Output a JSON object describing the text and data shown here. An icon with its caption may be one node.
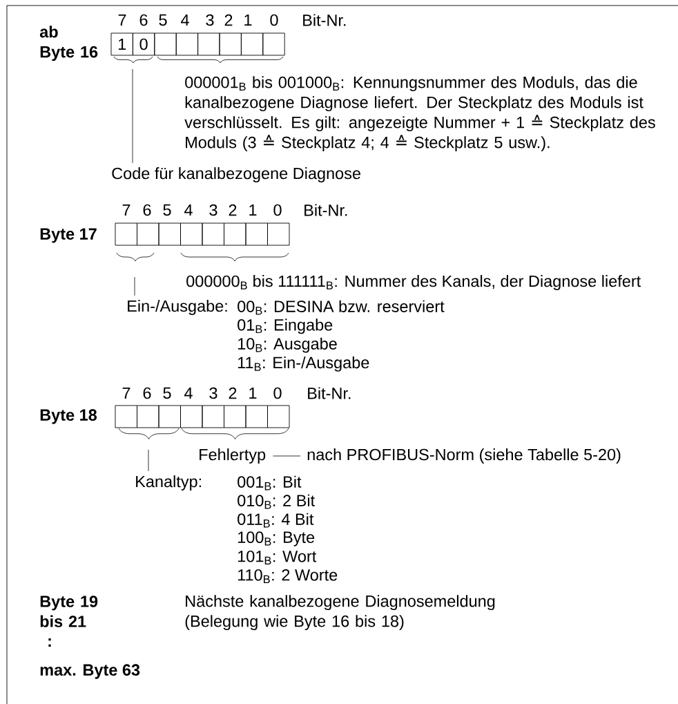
{
  "diagram": {
    "nodes": [
      {
        "text": [
          "1"
        ]
      },
      {
        "text": [
          "0"
        ]
      },
      {
        "text": [],
        "shape": "box"
      },
      {
        "text": [],
        "shape": "box"
      },
      {
        "text": [],
        "shape": "box"
      },
      {
        "text": [],
        "shape": "box"
      },
      {
        "text": [],
        "shape": "box"
      },
      {
        "text": [],
        "shape": "box"
      },
      {
        "text": [],
        "shape": "box"
      },
      {
        "text": [],
        "shape": "box"
      },
      {
        "text": [],
        "shape": "box"
      },
      {
        "text": [],
        "shape": "box"
      },
      {
        "text": [],
        "shape": "box"
      },
      {
        "text": [],
        "shape": "box"
      },
      {
        "text": [],
        "shape": "box"
      },
      {
        "text": [],
        "shape": "box"
      },
      {
        "text": [],
        "shape": "box"
      },
      {
        "text": [],
        "shape": "box"
      },
      {
        "text": [],
        "shape": "box"
      },
      {
        "text": [],
        "shape": "box"
      },
      {
        "text": [],
        "shape": "box"
      },
      {
        "text": [],
        "shape": "box"
      },
      {
        "text": [],
        "shape": "box"
      },
      {
        "text": [],
        "shape": "box"
      },
      {
        "text": [
          "Code für kanalbezogene Diagnose"
        ]
      },
      {
        "text": [
          "Ein-/Ausgabe:"
        ]
      },
      {
        "text": [
          "Kanaltyp:"
        ]
      },
      {
        "text": [
          "Fehlertyp"
        ]
      },
      {
        "text": [
          "nach PROFIBUS-Norm (siehe Tabelle 5-20)"
        ]
      }
    ],
    "edges": [
      {
        "from": 24,
        "to": null,
        "arrow": "none"
      },
      {
        "from": 25,
        "to": null,
        "arrow": "none"
      },
      {
        "from": 26,
        "to": null,
        "arrow": "none"
      },
      {
        "from": 27,
        "to": 28,
        "arrow": "none"
      }
    ],
    "labels": [
      "7",
      "6",
      "5",
      "4",
      "3",
      "2",
      "1",
      "0",
      "Bit-Nr.",
      "ab Byte 16",
      "000001$_{B}$ bis 001000$_{B}$: Kennungsnummer des Moduls, das die kanalbezogene Diagnose liefert. Der Steckplatz des Moduls ist verschlüsselt. Es gilt: angezeigte Nummer + 1 ≙ Steckplatz des Moduls (3 ≙ Steckplatz 4; 4 ≙ Steckplatz 5 usw.).",
      "7",
      "6",
      "5",
      "4",
      "3",
      "2",
      "1",
      "0",
      "Bit-Nr.",
      "Byte 17",
      "000000$_{B}$ bis 111111$_{B}$: Nummer des Kanals, der Diagnose liefert",
      "00$_{B}$: DESINA bzw. reserviert",
      "01$_{B}$: Eingabe",
      "10$_{B}$: Ausgabe",
      "11$_{B}$: Ein-/Ausgabe",
      "7",
      "6",
      "5",
      "4",
      "3",
      "2",
      "1",
      "0",
      "Bit-Nr.",
      "Byte 18",
      "001$_{B}$: Bit",
      "010$_{B}$: 2 Bit",
      "011$_{B}$: 4 Bit",
      "100$_{B}$: Byte",
      "101$_{B}$: Wort",
      "110$_{B}$: 2 Worte",
      "Byte 19 bis 21",
      "Nächste kanalbezogene Diagnosemeldung (Belegung wie Byte 16 bis 18)",
      ":",
      "max. Byte 63"
    ]
  }
}
